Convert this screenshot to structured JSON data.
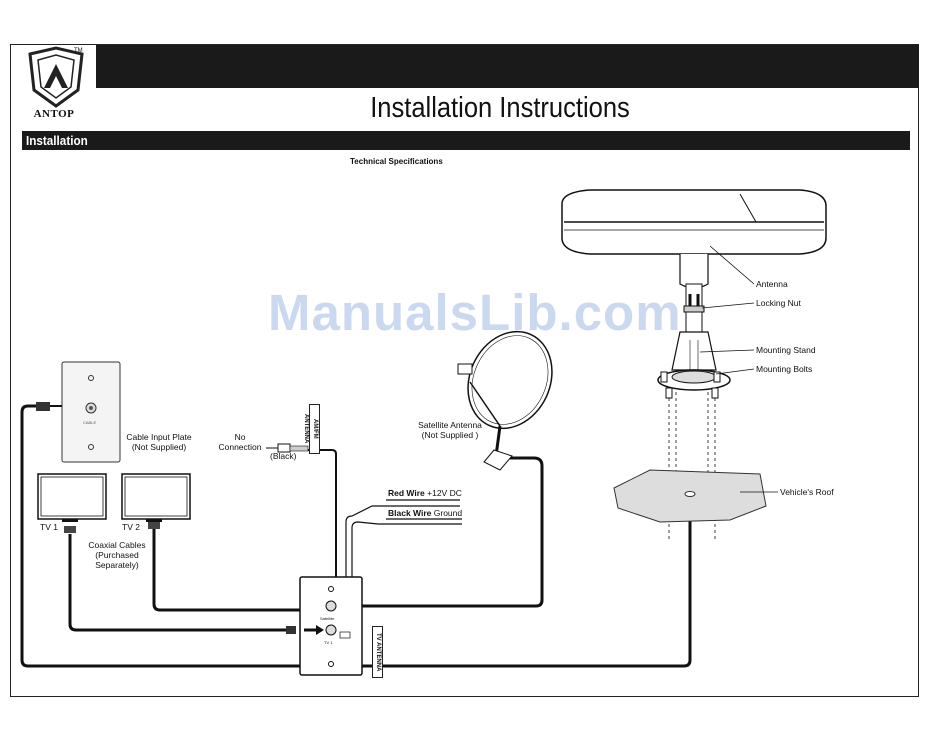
{
  "header": {
    "brand": "ANTOP",
    "tm": "TM",
    "title": "Installation Instructions"
  },
  "section": {
    "label": "Installation",
    "subtitle": "Technical Specifications"
  },
  "watermark": "ManualsLib.com",
  "diagram": {
    "cable_input_plate": {
      "line1": "Cable Input Plate",
      "line2": "(Not Supplied)",
      "plate_text": "CABLE"
    },
    "no_connection": {
      "line1": "No",
      "line2": "Connection",
      "black": "(Black)"
    },
    "fm_antenna": "AM/FM ANTENNA",
    "satellite_antenna": {
      "line1": "Satellite Antenna",
      "line2": "(Not Supplied )"
    },
    "red_wire": {
      "bold": "Red Wire",
      "rest": " +12V DC"
    },
    "black_wire": {
      "bold": "Black Wire",
      "rest": " Ground"
    },
    "tv1": "TV 1",
    "tv2": "TV 2",
    "coaxial": {
      "line1": "Coaxial Cables",
      "line2": "(Purchased",
      "line3": "Separately)"
    },
    "box": {
      "satellite": "Satellite",
      "tv": "TV 1"
    },
    "tv_antenna": "TV ANTENNA",
    "antenna_labels": {
      "antenna": "Antenna",
      "locking_nut": "Locking Nut",
      "mounting_stand": "Mounting Stand",
      "mounting_bolts": "Mounting Bolts",
      "vehicle_roof": "Vehicle's Roof"
    }
  }
}
